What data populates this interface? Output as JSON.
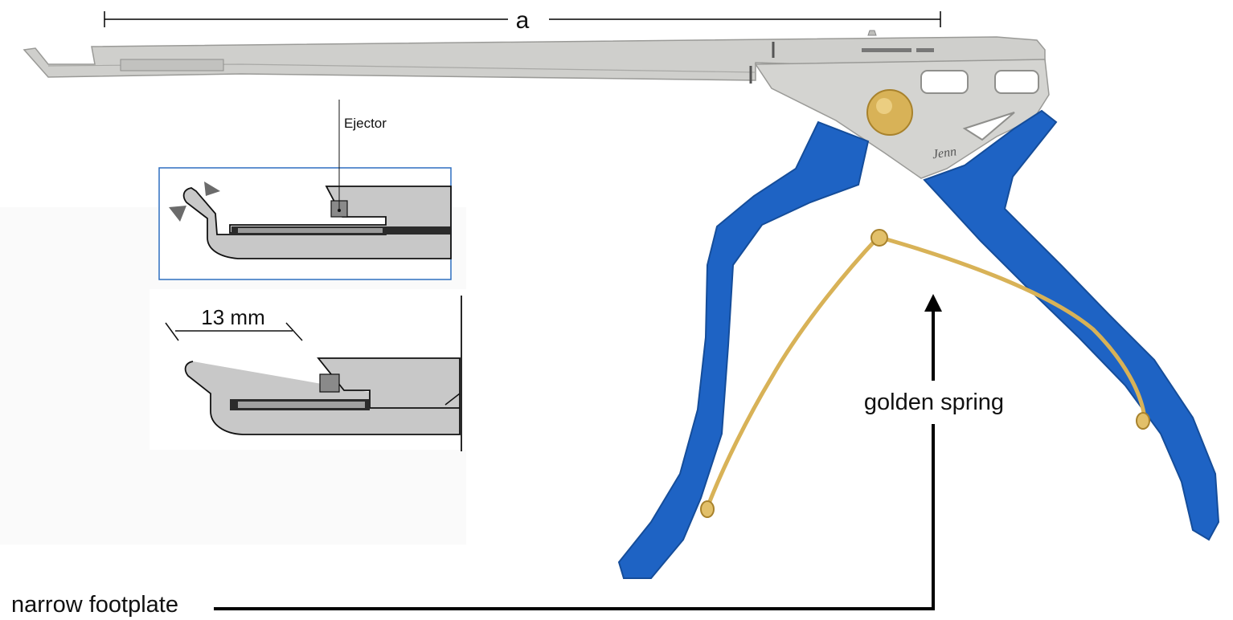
{
  "labels": {
    "overall_length": "a",
    "ejector": "Ejector",
    "tip_length": "13 mm",
    "golden_spring": "golden spring",
    "narrow_footplate": "narrow footplate"
  },
  "colors": {
    "handle_blue": "#1e63c4",
    "steel": "#cfcfcc",
    "steel_dark": "#a9a9a6",
    "gold": "#d8b257",
    "gold_dark": "#a8822c",
    "inset_frame": "#2e6fc0",
    "tip_fill": "#c8c8c8",
    "arrow": "#000000"
  },
  "icons": {
    "cutting_edge_markers": "triangle-marker-icon",
    "arrow_up": "arrow-up-icon"
  }
}
